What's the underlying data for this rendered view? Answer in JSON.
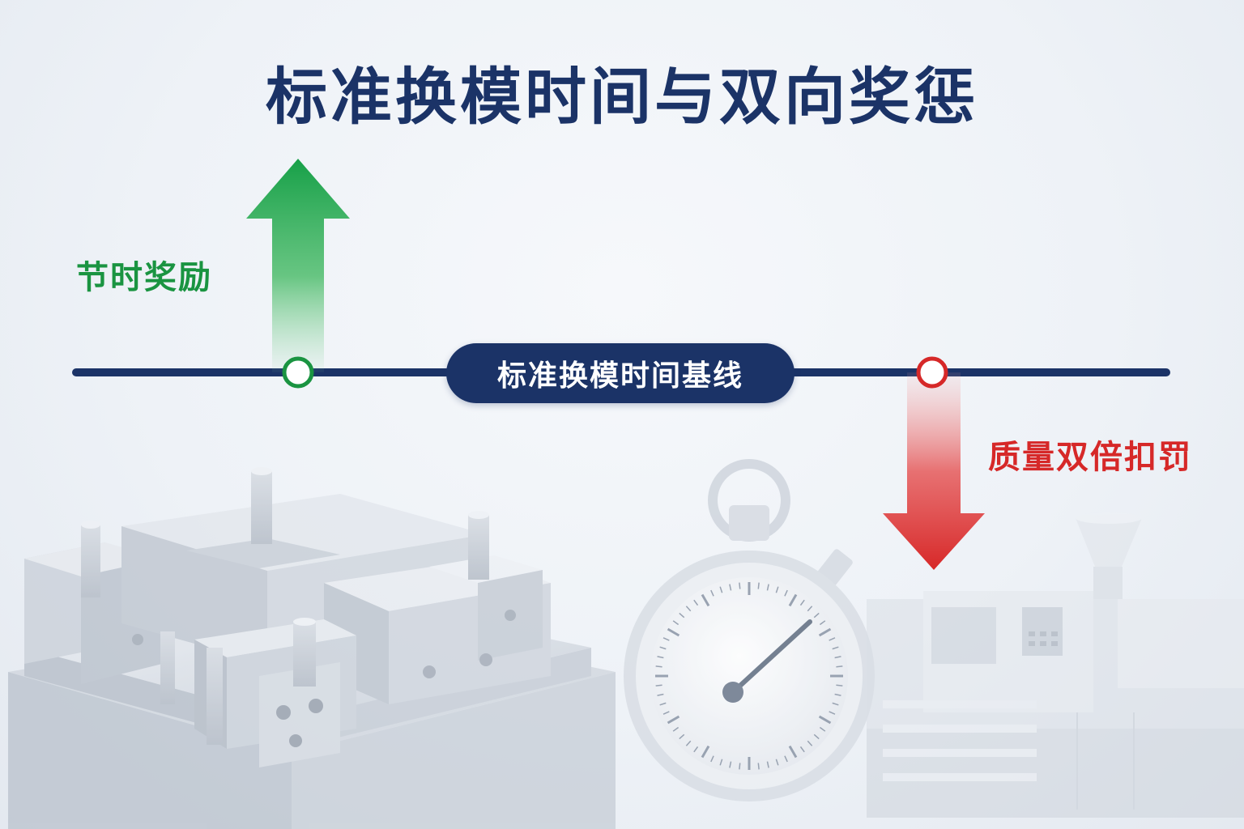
{
  "title": "标准换模时间与双向奖惩",
  "baseline_label": "标准换模时间基线",
  "reward_label": "节时奖励",
  "penalty_label": "质量双倍扣罚",
  "colors": {
    "title": "#1b3367",
    "baseline": "#1b3367",
    "reward": "#1a9441",
    "penalty": "#d62828"
  },
  "icons": [
    "mold-assembly-icon",
    "stopwatch-icon",
    "injection-machine-icon"
  ]
}
